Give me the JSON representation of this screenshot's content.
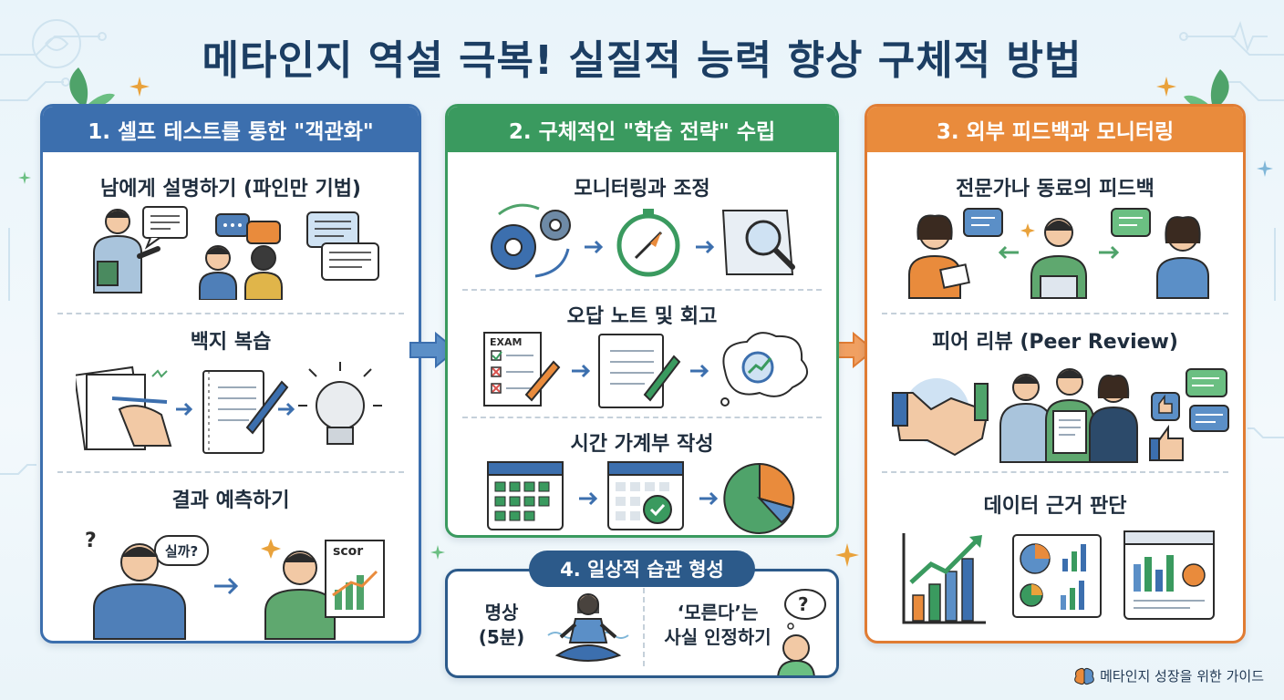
{
  "title": "메타인지 역설 극복! 실질적 능력 향상 구체적 방법",
  "panels": {
    "p1": {
      "header": "1. 셀프 테스트를 통한 \"객관화\"",
      "sections": [
        "남에게 설명하기 (파인만 기법)",
        "백지 복습",
        "결과 예측하기"
      ],
      "bubble_text": "실까?",
      "question_mark": "?",
      "score_label": "scor"
    },
    "p2": {
      "header": "2. 구체적인 \"학습 전략\" 수립",
      "sections": [
        "모니터링과 조정",
        "오답 노트 및 회고",
        "시간 가계부 작성"
      ],
      "exam_label": "EXAM"
    },
    "p3": {
      "header": "3. 외부 피드백과 모니터링",
      "sections": [
        "전문가나 동료의 피드백",
        "피어 리뷰 (Peer Review)",
        "데이터 근거 판단"
      ]
    },
    "p4": {
      "header": "4. 일상적 습관 형성",
      "meditation": "명상\n(5분)",
      "admit": "‘모른다’는\n사실 인정하기",
      "question_mark": "?"
    }
  },
  "footer": "메타인지 성장을 위한 가이드",
  "colors": {
    "blue": "#3c6fae",
    "green": "#3a9a5f",
    "orange": "#e98b3c",
    "navy": "#2c5a8a"
  }
}
